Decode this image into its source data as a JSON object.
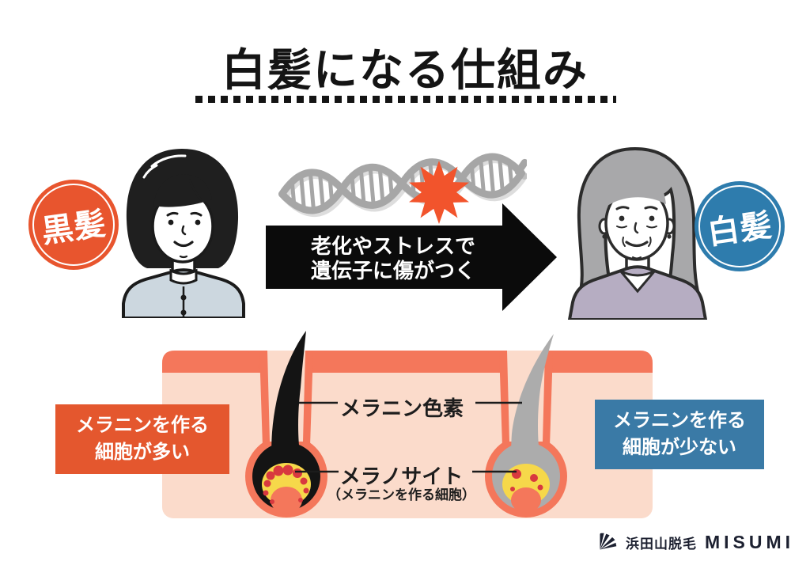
{
  "title": "白髪になる仕組み",
  "left_badge": "黒髪",
  "right_badge": "白髪",
  "arrow": {
    "line1": "老化やストレスで",
    "line2": "遺伝子に傷がつく"
  },
  "skin_diagram": {
    "melanin_pigment_label": "メラニン色素",
    "melanocyte_label": "メラノサイト",
    "melanocyte_sublabel": "（メラニンを作る細胞）",
    "left_note": {
      "line1": "メラニンを作る",
      "line2": "細胞が多い"
    },
    "right_note": {
      "line1": "メラニンを作る",
      "line2": "細胞が少ない"
    }
  },
  "footer": {
    "brand_jp": "浜田山脱毛",
    "brand_en": "MISUMI"
  },
  "colors": {
    "orange": "#e8552e",
    "salmon": "#f4775b",
    "skin_pink": "#fbdbcb",
    "blue_badge": "#2e7cad",
    "blue_box": "#3a7aa6",
    "yellow": "#f6d84a",
    "melanin_red": "#d8393f",
    "ink": "#141414"
  }
}
